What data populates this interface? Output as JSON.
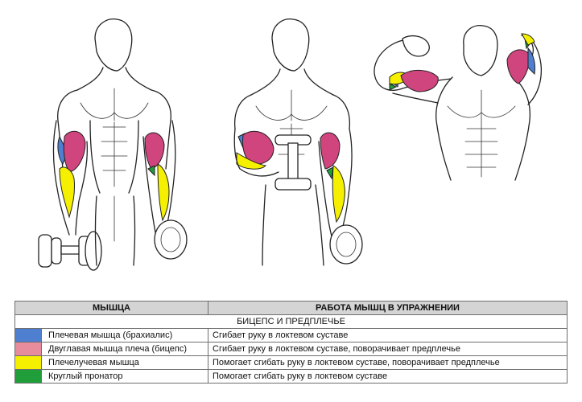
{
  "colors": {
    "brachialis": "#4f7fd1",
    "biceps": "#e68c9c",
    "brachioradialis": "#f5f000",
    "pronator": "#1f9e3a",
    "biceps_muscle_art": "#d0457e",
    "header_bg": "#d4d4d4"
  },
  "table": {
    "header": {
      "muscle": "МЫШЦА",
      "work": "РАБОТА МЫШЦ В УПРАЖНЕНИИ"
    },
    "section": "БИЦЕПС И ПРЕДПЛЕЧЬЕ",
    "rows": [
      {
        "color": "#4f7fd1",
        "name": "Плечевая мышца (брахиалис)",
        "description": "Сгибает руку в локтевом суставе"
      },
      {
        "color": "#e68c9c",
        "name": "Двуглавая мышца плеча (бицепс)",
        "description": "Сгибает руку в локтевом суставе, поворачивает  предплечье"
      },
      {
        "color": "#f5f000",
        "name": "Плечелучевая мышца",
        "description": "Помогает сгибать руку в локтевом суставе, поворачивает  предплечье"
      },
      {
        "color": "#1f9e3a",
        "name": "Круглый    пронатор",
        "description": "Помогает сгибать руку в локтевом суставе"
      }
    ]
  }
}
